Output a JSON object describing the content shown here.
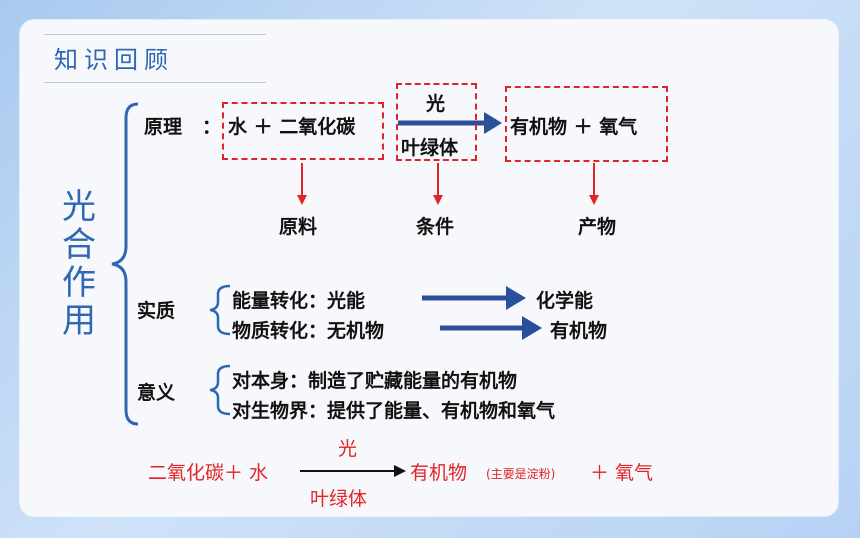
{
  "header": {
    "title": "知识回顾"
  },
  "main_label": "光合作用",
  "principle": {
    "label": "原理",
    "colon": "：",
    "reactants": "水 ＋ 二氧化碳",
    "condition_top": "光",
    "condition_bottom": "叶绿体",
    "products": "有机物 ＋ 氧气",
    "raw_materials": "原料",
    "conditions": "条件",
    "product_label": "产物"
  },
  "essence": {
    "label": "实质",
    "energy_conversion": "能量转化：光能",
    "energy_result": "化学能",
    "matter_conversion": "物质转化：无机物",
    "matter_result": "有机物"
  },
  "significance": {
    "label": "意义",
    "self": "对本身：制造了贮藏能量的有机物",
    "biosphere": "对生物界：提供了能量、有机物和氧气"
  },
  "equation": {
    "reactants": "二氧化碳＋ 水",
    "above_arrow": "光",
    "below_arrow": "叶绿体",
    "product": "有机物",
    "note": "(主要是淀粉)",
    "plus_oxygen": "＋ 氧气"
  },
  "colors": {
    "accent_blue": "#2f67b3",
    "arrow_blue": "#2b4f9a",
    "red": "#e0252a"
  }
}
